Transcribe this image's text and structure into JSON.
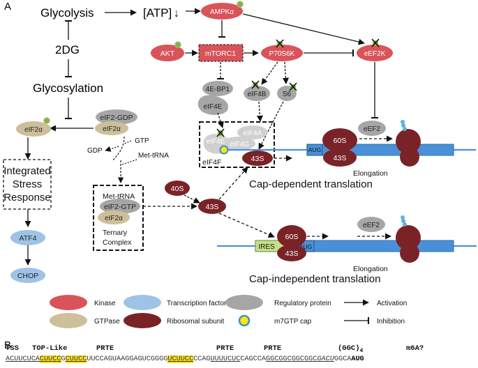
{
  "panels": {
    "a": "A",
    "b": "B"
  },
  "metabolism": {
    "glycolysis": "Glycolysis",
    "atp": "[ATP]",
    "atp_arrow": "↓",
    "two_dg": "2DG",
    "glycosylation": "Glycosylation"
  },
  "kinases": {
    "ampk": "AMPKα",
    "akt": "AKT",
    "mtorc1": "mTORC1",
    "p70s6k": "P70S6K",
    "eef2k": "eEF2K"
  },
  "regulatory": {
    "e4bp1": "4E-BP1",
    "eif4e_bound": "eIF4E",
    "eif4b": "eIF4B",
    "s6": "S6",
    "eef2_top": "eEF2",
    "eef2_bottom": "eEF2"
  },
  "eif4f_complex": {
    "eif4e": "eIF4E",
    "eif4g": "eIF4G",
    "eif4a": "eIF4A",
    "label": "eIF4F"
  },
  "isr": {
    "eif2_gdp": "eIF2-GDP",
    "eif2a_gdp": "eIF2α",
    "eif2a_p": "eIF2α",
    "gtp": "GTP",
    "gdp": "GDP",
    "met_trna_arrow": "Met-tRNA",
    "box_text": [
      "Integrated",
      "Stress",
      "Response"
    ],
    "atf4": "ATF4",
    "chop": "CHOP"
  },
  "ternary_complex": {
    "met_trna": "Met-tRNA",
    "eif2_gtp": "eIF2-GTP",
    "eif2a": "eIF2α",
    "label": [
      "Ternary",
      "Complex"
    ]
  },
  "ribosome": {
    "s40": "40S",
    "s43_mid": "43S",
    "s43_cap": "43S",
    "s60_top": "60S",
    "s43_top": "43S",
    "s60_bottom": "60S",
    "s43_bottom": "43S",
    "aug_top": "AUG",
    "aug_bottom": "AUG",
    "ires": "IRES",
    "elongation_top": "Elongation",
    "elongation_bottom": "Elongation"
  },
  "headings": {
    "cap_dependent": "Cap-dependent translation",
    "cap_independent": "Cap-independent translation"
  },
  "legend": {
    "kinase": "Kinase",
    "gtpase": "GTPase",
    "transcription_factor": "Transcription factor",
    "ribosomal_subunit": "Ribosomal subunit",
    "regulatory_protein": "Regulatory protein",
    "m7gtp_cap": "m7GTP cap",
    "activation": "Activation",
    "inhibition": "Inhibition"
  },
  "colors": {
    "kinase": "#d9545a",
    "gtpase": "#cdbf9a",
    "transcription_factor": "#9dc3e6",
    "ribosomal": "#7a2327",
    "regulatory": "#a6a6a6",
    "regulatory_faded": "#d0d0d0",
    "phospho": "#7ab648",
    "cap_fill": "#ffe600",
    "cap_ring": "#3d8fd6",
    "mrna": "#4a90d9",
    "ires": "#c5e08a"
  },
  "sequence": {
    "labels": {
      "tss": "TSS",
      "top_like": "TOP-Like",
      "prte1": "PRTE",
      "prte2": "PRTE",
      "prte3": "PRTE",
      "ggc": "(GGC)",
      "ggc_sub": "4",
      "m6a": "m6A?"
    },
    "seg": [
      "A",
      "CUUCUCA",
      "CUUCC",
      "G",
      "CUUCC",
      "UUCCAGUAAGGAGUCGGGG",
      "UCUUCC",
      "CCAG",
      "UUUUCUC",
      "CAGCCA",
      "GGCGGCGGCGGC",
      "GACU",
      "GGCA",
      "AUG"
    ]
  }
}
